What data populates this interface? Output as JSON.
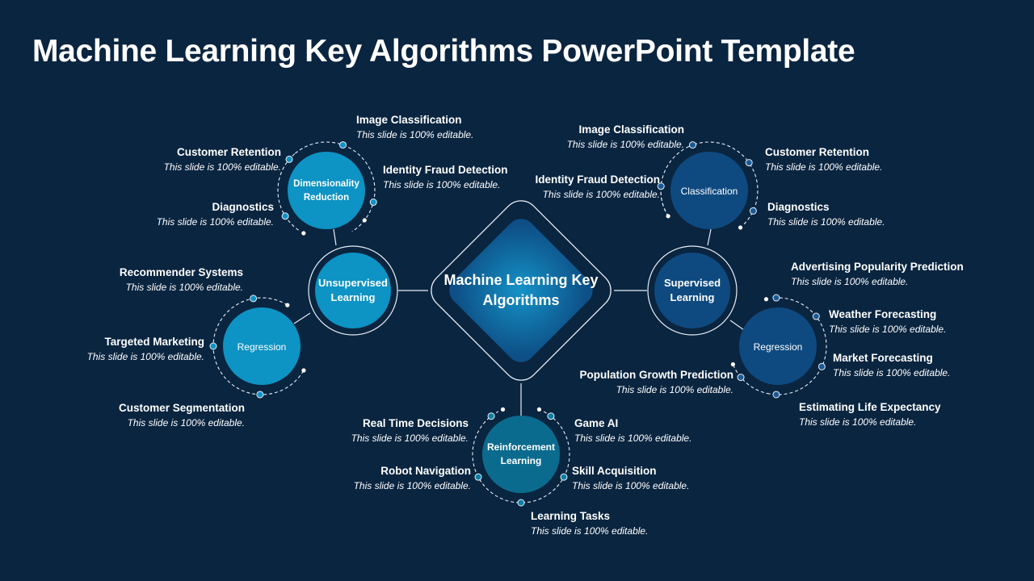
{
  "title": "Machine Learning Key Algorithms PowerPoint Template",
  "colors": {
    "background": "#0a2540",
    "unsupervised": "#0d93c4",
    "supervised": "#0e4a80",
    "reinforcement": "#0b6b8e",
    "line": "#e8eef5"
  },
  "center": {
    "label": "Machine Learning Key Algorithms"
  },
  "unsupervised": {
    "label": "Unsupervised Learning",
    "dimensionality": {
      "label": "Dimensionality Reduction",
      "items": [
        {
          "title": "Image Classification",
          "desc": "This slide is 100% editable."
        },
        {
          "title": "Customer Retention",
          "desc": "This slide is 100% editable."
        },
        {
          "title": "Identity Fraud Detection",
          "desc": "This slide is 100% editable."
        },
        {
          "title": "Diagnostics",
          "desc": "This slide is 100% editable."
        }
      ]
    },
    "regression": {
      "label": "Regression",
      "items": [
        {
          "title": "Recommender Systems",
          "desc": "This slide is 100% editable."
        },
        {
          "title": "Targeted Marketing",
          "desc": "This slide is 100% editable."
        },
        {
          "title": "Customer Segmentation",
          "desc": "This slide is 100% editable."
        }
      ]
    }
  },
  "supervised": {
    "label": "Supervised Learning",
    "classification": {
      "label": "Classification",
      "items": [
        {
          "title": "Image Classification",
          "desc": "This slide is 100% editable."
        },
        {
          "title": "Customer Retention",
          "desc": "This slide is 100% editable."
        },
        {
          "title": "Identity Fraud Detection",
          "desc": "This slide is 100% editable."
        },
        {
          "title": "Diagnostics",
          "desc": "This slide is 100% editable."
        }
      ]
    },
    "regression": {
      "label": "Regression",
      "items": [
        {
          "title": "Advertising Popularity Prediction",
          "desc": "This slide is 100% editable."
        },
        {
          "title": "Weather Forecasting",
          "desc": "This slide is 100% editable."
        },
        {
          "title": "Market Forecasting",
          "desc": "This slide is 100% editable."
        },
        {
          "title": "Population Growth Prediction",
          "desc": "This slide is 100% editable."
        },
        {
          "title": "Estimating Life Expectancy",
          "desc": "This slide is 100% editable."
        }
      ]
    }
  },
  "reinforcement": {
    "label": "Reinforcement Learning",
    "items": [
      {
        "title": "Real Time Decisions",
        "desc": "This slide is 100% editable."
      },
      {
        "title": "Game AI",
        "desc": "This slide is 100% editable."
      },
      {
        "title": "Robot Navigation",
        "desc": "This slide is 100% editable."
      },
      {
        "title": "Skill Acquisition",
        "desc": "This slide is 100% editable."
      },
      {
        "title": "Learning Tasks",
        "desc": "This slide is 100% editable."
      }
    ]
  }
}
